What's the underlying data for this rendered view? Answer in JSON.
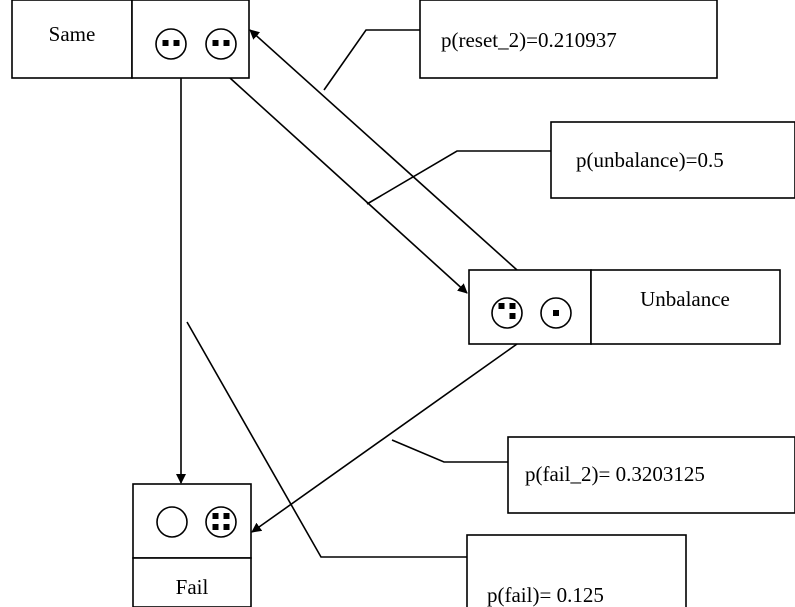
{
  "states": {
    "same": {
      "label": "Same"
    },
    "unbalance": {
      "label": "Unbalance"
    },
    "fail": {
      "label": "Fail"
    }
  },
  "annotations": {
    "reset_2": "p(reset_2)=0.210937",
    "unbalance": "p(unbalance)=0.5",
    "fail_2": "p(fail_2)= 0.3203125",
    "fail": "p(fail)= 0.125"
  }
}
